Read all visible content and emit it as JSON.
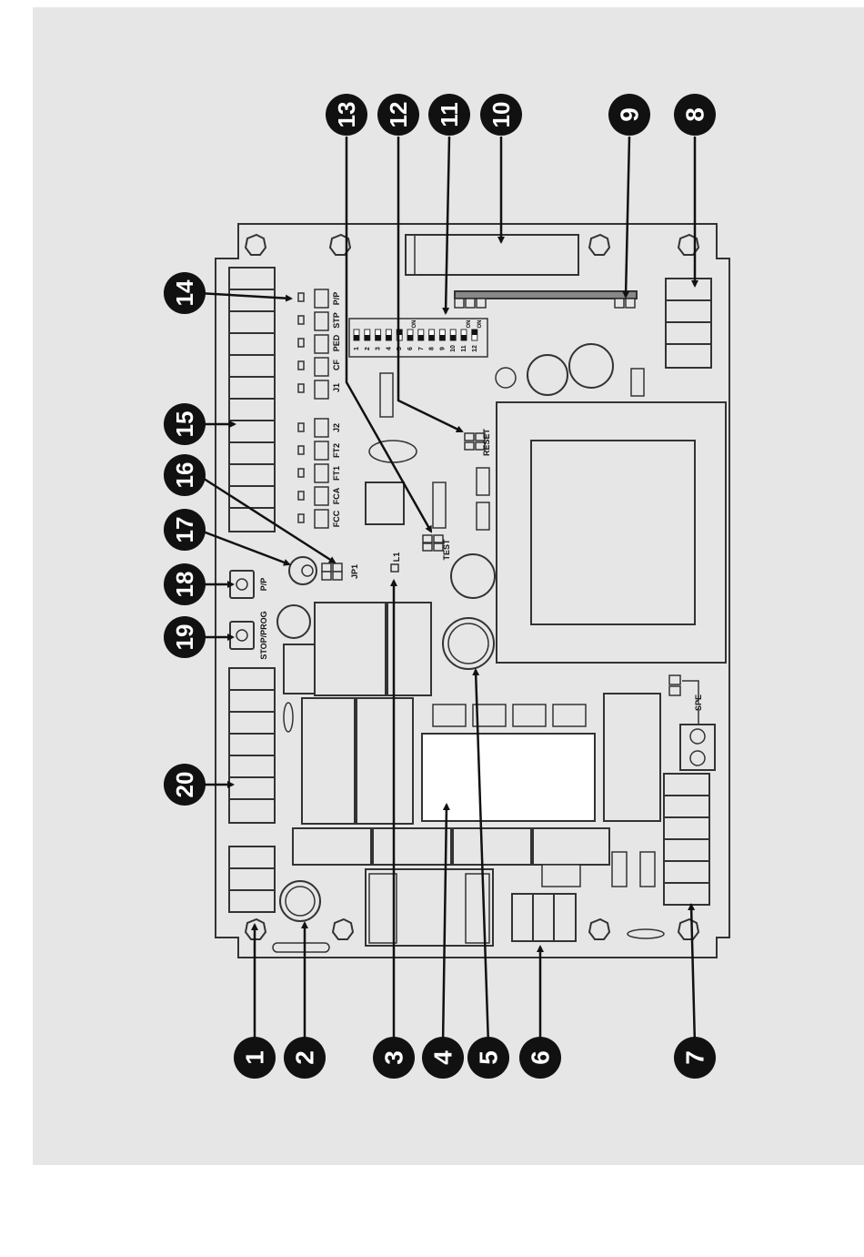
{
  "colors": {
    "panel": "#e6e6e6",
    "board": "#e6e6e6",
    "stroke": "#333333",
    "callout": "#111111",
    "callout_text": "#ffffff"
  },
  "callouts": [
    "1",
    "2",
    "3",
    "4",
    "5",
    "6",
    "7",
    "8",
    "9",
    "10",
    "11",
    "12",
    "13",
    "14",
    "15",
    "16",
    "17",
    "18",
    "19",
    "20"
  ],
  "board_labels": {
    "pp_top": "P/P",
    "stp": "STP",
    "ped": "PED",
    "cf": "CF",
    "j1": "J1",
    "j2": "J2",
    "ft2": "FT2",
    "ft1": "FT1",
    "fca": "FCA",
    "fcc": "FCC",
    "jp1": "JP1",
    "l1": "L1",
    "test": "TEST",
    "reset": "RESET",
    "spe": "SPE",
    "pp_button": "P/P",
    "stop_prog": "STOP/PROG"
  },
  "dip_switch": {
    "numbers": [
      "1",
      "2",
      "3",
      "4",
      "5",
      "6",
      "7",
      "8",
      "9",
      "10",
      "11",
      "12"
    ],
    "on_label": "ON"
  }
}
